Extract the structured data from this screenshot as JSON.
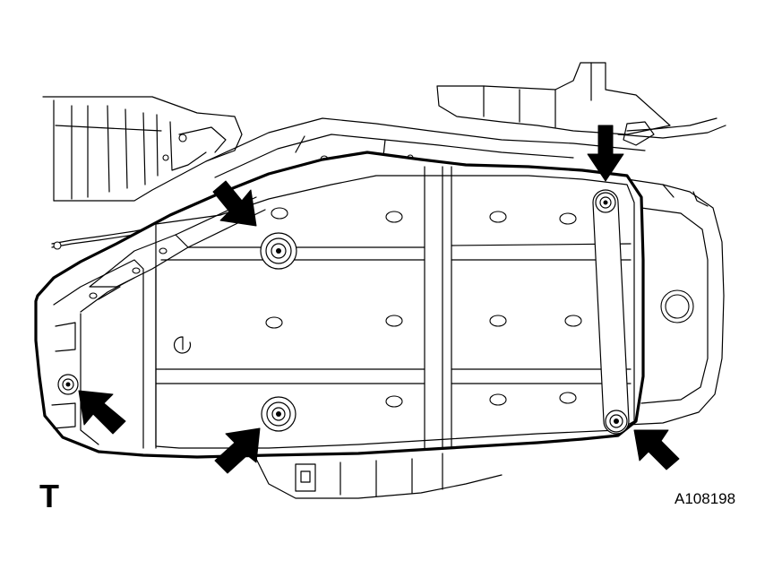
{
  "view_mark": "T",
  "figure_id": "A108198",
  "colors": {
    "line": "#000000",
    "background": "#ffffff"
  },
  "arrow_count": 5,
  "bolt_count": 5
}
